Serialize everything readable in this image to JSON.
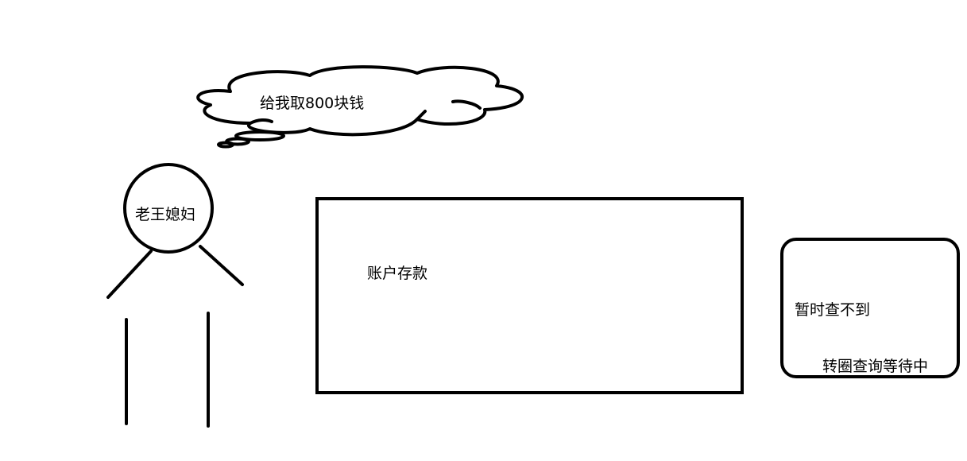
{
  "thought_bubble": {
    "text": "给我取800块钱"
  },
  "person": {
    "label": "老王媳妇"
  },
  "account_box": {
    "label": "账户存款"
  },
  "status_box": {
    "line1": "暂时查不到",
    "line2": "转圈查询等待中"
  }
}
